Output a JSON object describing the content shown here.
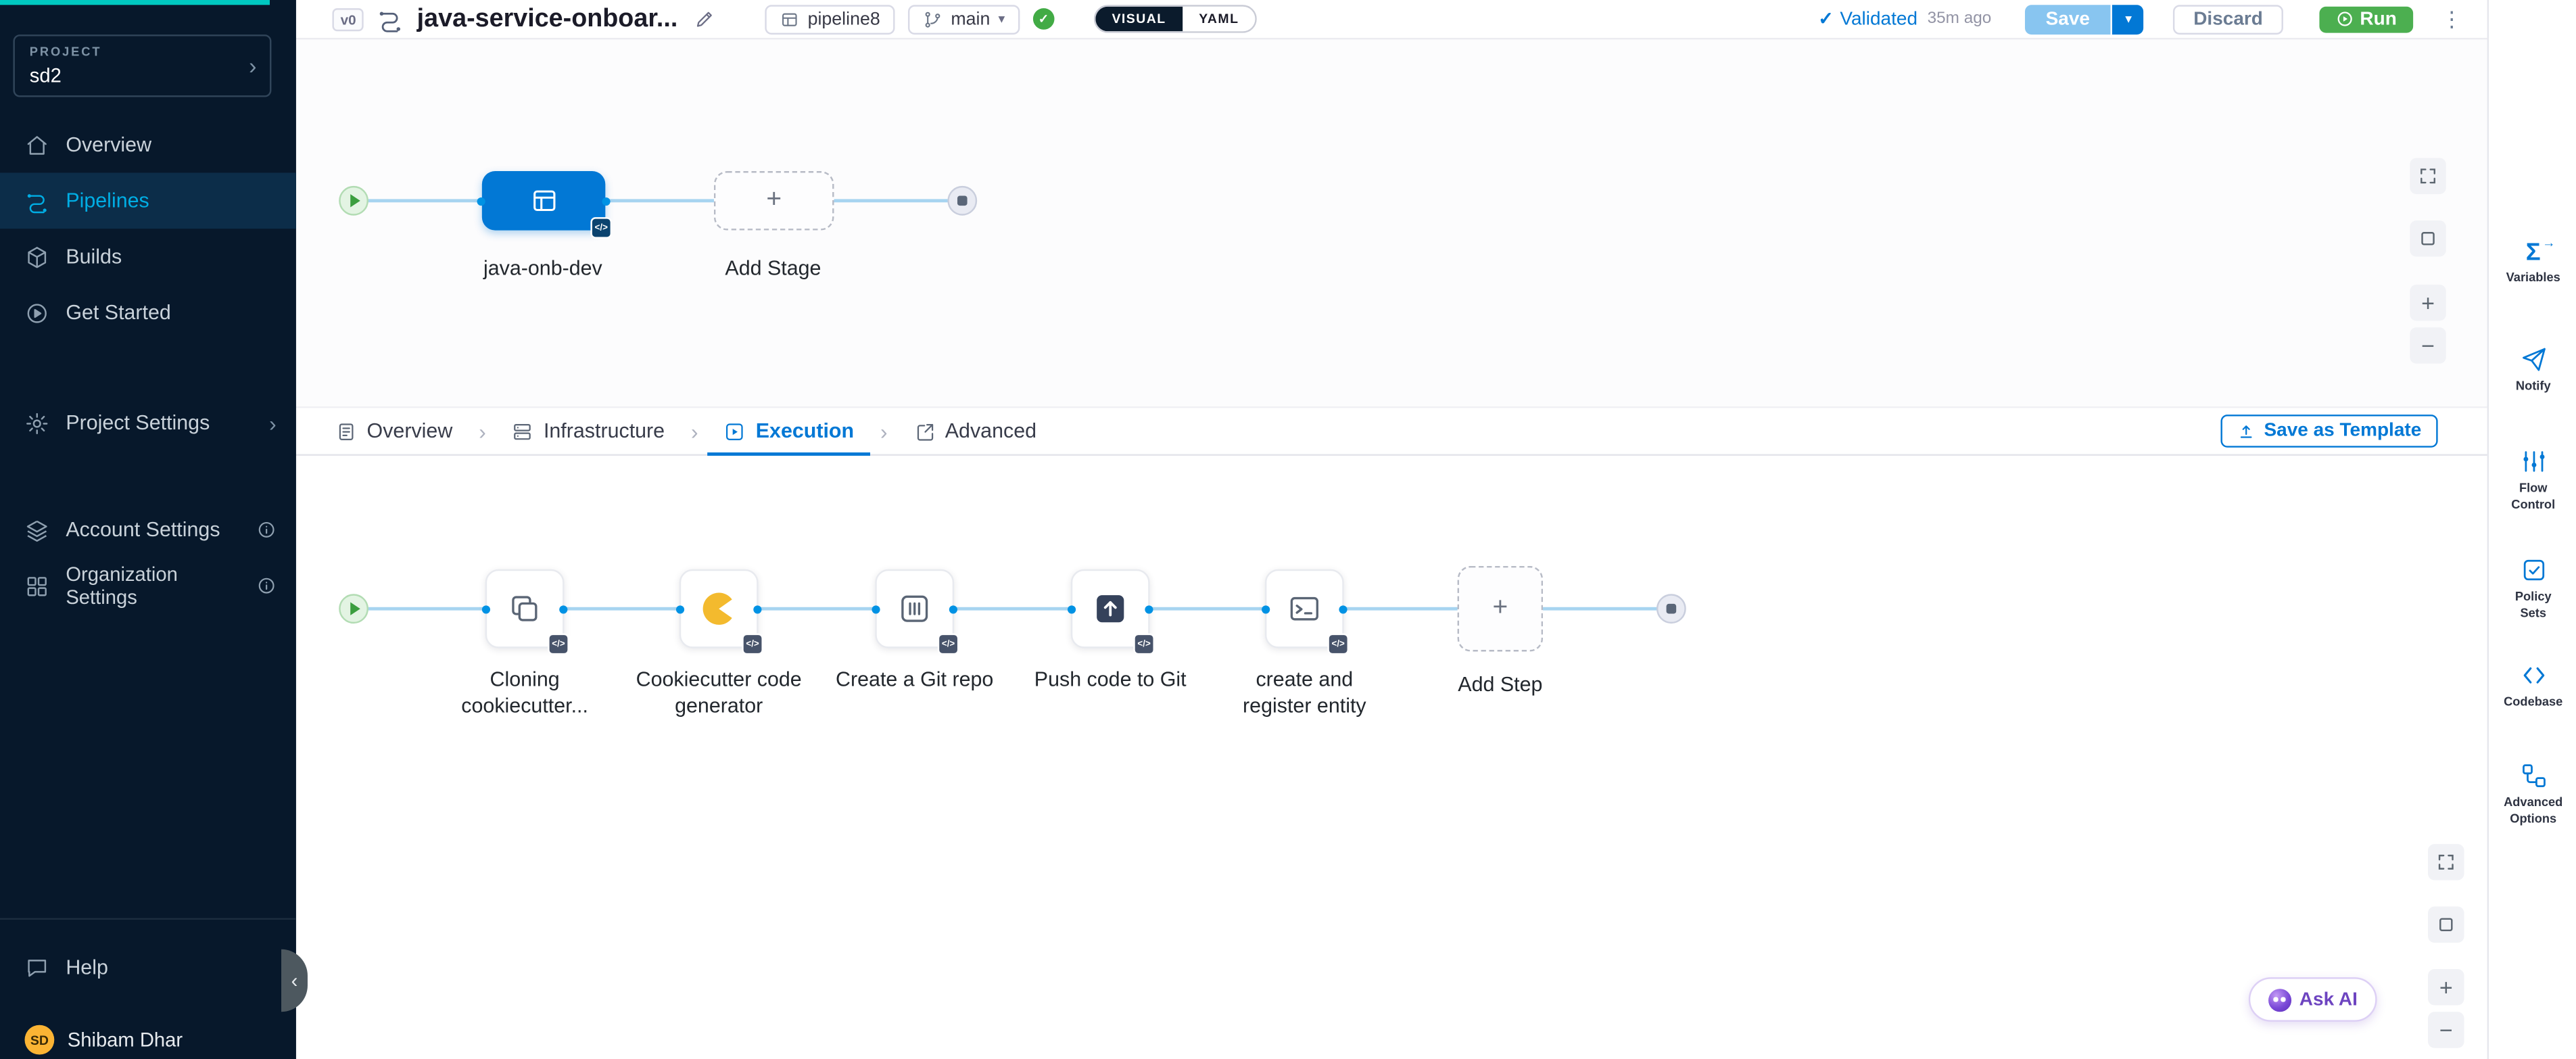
{
  "icons": {
    "chevron_right": "›",
    "caret_down": "▾",
    "plus": "+",
    "minus": "−",
    "kebab": "⋮",
    "check": "✓",
    "collapse": "‹",
    "sigma": "Σ",
    "arrow": "→",
    "code": "</>"
  },
  "colors": {
    "sidebar_bg": "#07182b",
    "accent_blue": "#0278d5",
    "active_cyan": "#00ade4",
    "run_green": "#4caf50",
    "node_blue": "#0278d5",
    "link_blue": "#a7d4f0",
    "cookiecutter_yellow": "#f3ba2e",
    "ask_ai_purple": "#6d44c0",
    "avatar_orange": "#fbb434"
  },
  "sidebar": {
    "project_label": "PROJECT",
    "project_name": "sd2",
    "items": [
      {
        "label": "Overview",
        "icon": "home-icon",
        "active": false
      },
      {
        "label": "Pipelines",
        "icon": "pipelines-icon",
        "active": true
      },
      {
        "label": "Builds",
        "icon": "builds-icon",
        "active": false
      },
      {
        "label": "Get Started",
        "icon": "get-started-icon",
        "active": false
      }
    ],
    "project_settings": "Project Settings",
    "account_settings": "Account Settings",
    "organization_settings": "Organization Settings",
    "help": "Help",
    "user": {
      "initials": "SD",
      "name": "Shibam Dhar"
    }
  },
  "header": {
    "version_badge": "v0",
    "title": "java-service-onboar...",
    "store_name": "pipeline8",
    "branch_name": "main",
    "view_toggle": {
      "visual": "VISUAL",
      "yaml": "YAML",
      "selected": "VISUAL"
    },
    "validated_label": "Validated",
    "validated_time": "35m ago",
    "save": "Save",
    "discard": "Discard",
    "run": "Run"
  },
  "stage_canvas": {
    "stage_name": "java-onb-dev",
    "add_stage": "Add Stage"
  },
  "tabs": {
    "items": [
      {
        "label": "Overview",
        "icon": "overview-tab-icon",
        "active": false
      },
      {
        "label": "Infrastructure",
        "icon": "infrastructure-tab-icon",
        "active": false
      },
      {
        "label": "Execution",
        "icon": "execution-tab-icon",
        "active": true
      },
      {
        "label": "Advanced",
        "icon": "advanced-tab-icon",
        "active": false
      }
    ],
    "save_as_template": "Save as Template"
  },
  "execution_canvas": {
    "steps": [
      {
        "label": "Cloning cookiecutter...",
        "icon": "clone-step-icon"
      },
      {
        "label": "Cookiecutter code generator",
        "icon": "cookiecutter-step-icon"
      },
      {
        "label": "Create a Git repo",
        "icon": "git-repo-step-icon"
      },
      {
        "label": "Push code to Git",
        "icon": "push-git-step-icon"
      },
      {
        "label": "create and register entity",
        "icon": "terminal-step-icon"
      }
    ],
    "add_step": "Add Step",
    "ask_ai": "Ask AI"
  },
  "right_rail": {
    "items": [
      {
        "label": "Variables",
        "icon": "variables-icon"
      },
      {
        "label": "Notify",
        "icon": "notify-icon"
      },
      {
        "label": "Flow Control",
        "icon": "flow-control-icon"
      },
      {
        "label": "Policy Sets",
        "icon": "policy-sets-icon"
      },
      {
        "label": "Codebase",
        "icon": "codebase-icon"
      },
      {
        "label": "Advanced Options",
        "icon": "advanced-options-icon"
      }
    ]
  }
}
